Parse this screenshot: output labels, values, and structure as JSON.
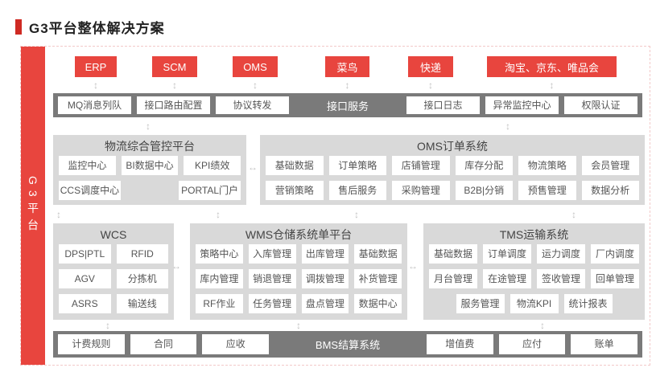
{
  "colors": {
    "accent_red": "#e8453e",
    "bar_gray": "#7a7a7a",
    "section_gray": "#d9d9d9"
  },
  "icons": {
    "vertical_arrow": "↕",
    "horizontal_arrow": "↔"
  },
  "header": {
    "title": "G3平台整体解决方案"
  },
  "platform": {
    "label": "G3平台"
  },
  "top_systems": [
    "ERP",
    "SCM",
    "OMS",
    "菜鸟",
    "快递",
    "淘宝、京东、唯品会"
  ],
  "interface_bar": {
    "label": "接口服务",
    "left_items": [
      "MQ消息列队",
      "接口路由配置",
      "协议转发"
    ],
    "right_items": [
      "接口日志",
      "异常监控中心",
      "权限认证"
    ]
  },
  "control_platform": {
    "title": "物流综合管控平台",
    "row1": [
      "监控中心",
      "BI数据中心",
      "KPI绩效"
    ],
    "row2": [
      "CCS调度中心",
      "PORTAL门户"
    ]
  },
  "oms": {
    "title": "OMS订单系统",
    "row1": [
      "基础数据",
      "订单策略",
      "店铺管理",
      "库存分配",
      "物流策略",
      "会员管理"
    ],
    "row2": [
      "营销策略",
      "售后服务",
      "采购管理",
      "B2B|分销",
      "预售管理",
      "数据分析"
    ]
  },
  "wcs": {
    "title": "WCS",
    "row1": [
      "DPS|PTL",
      "RFID"
    ],
    "row2": [
      "AGV",
      "分拣机"
    ],
    "row3": [
      "ASRS",
      "输送线"
    ]
  },
  "wms": {
    "title": "WMS仓储系统单平台",
    "row1": [
      "策略中心",
      "入库管理",
      "出库管理",
      "基础数据"
    ],
    "row2": [
      "库内管理",
      "销退管理",
      "调拨管理",
      "补货管理"
    ],
    "row3": [
      "RF作业",
      "任务管理",
      "盘点管理",
      "数据中心"
    ]
  },
  "tms": {
    "title": "TMS运输系统",
    "row1": [
      "基础数据",
      "订单调度",
      "运力调度",
      "厂内调度"
    ],
    "row2": [
      "月台管理",
      "在途管理",
      "签收管理",
      "回单管理"
    ],
    "row3": [
      "服务管理",
      "物流KPI",
      "统计报表"
    ]
  },
  "bms_bar": {
    "label": "BMS结算系统",
    "left_items": [
      "计费规则",
      "合同",
      "应收"
    ],
    "right_items": [
      "增值费",
      "应付",
      "账单"
    ]
  }
}
